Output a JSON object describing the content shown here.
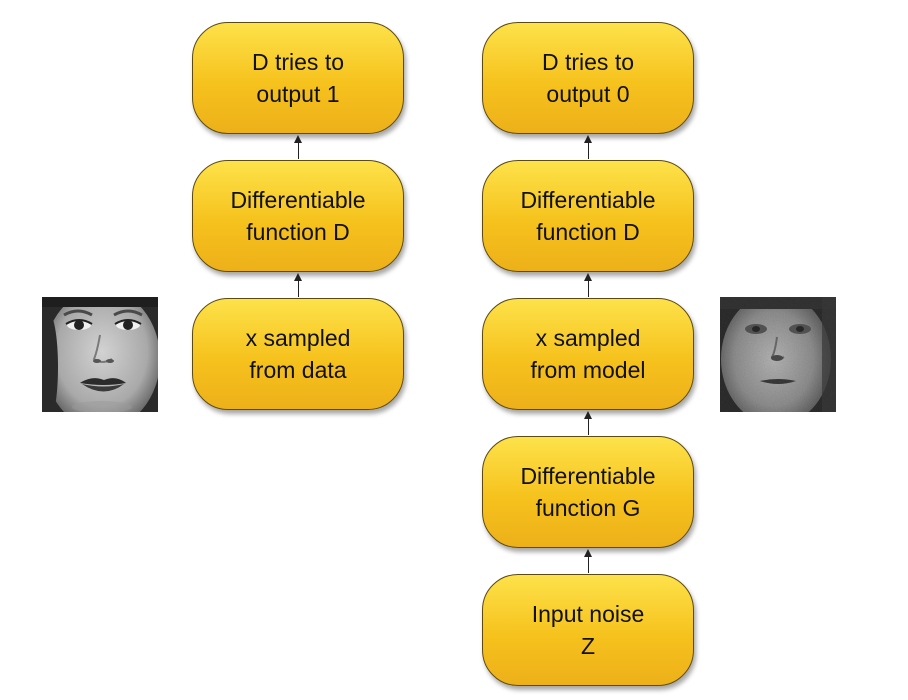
{
  "diagram": {
    "left_column": {
      "top": "D tries to\noutput 1",
      "middle": "Differentiable\nfunction D",
      "bottom": "x sampled\nfrom data"
    },
    "right_column": {
      "top": "D tries to\noutput 0",
      "second": "Differentiable\nfunction D",
      "third": "x sampled\nfrom model",
      "fourth": "Differentiable\nfunction G",
      "bottom": "Input noise\nZ"
    },
    "colors": {
      "node_fill": "#f6c21d",
      "node_border": "#5c4a12",
      "arrow": "#222222"
    },
    "images": {
      "left": "real-face-photo",
      "right": "generated-face-photo"
    }
  }
}
